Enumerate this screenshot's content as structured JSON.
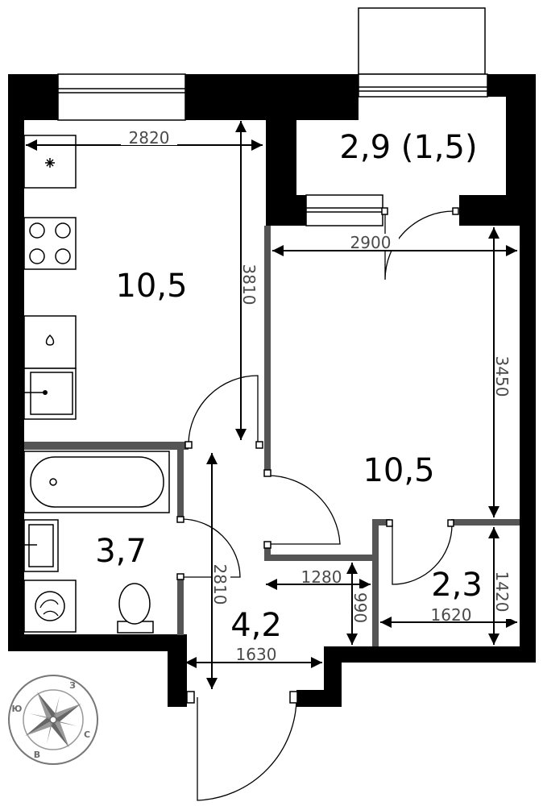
{
  "rooms": {
    "kitchen_area": "10,5",
    "balcony_area": "2,9 (1,5)",
    "living_area": "10,5",
    "bathroom_area": "3,7",
    "hall_area": "4,2",
    "storage_area": "2,3"
  },
  "dimensions": {
    "kitchen_width": "2820",
    "kitchen_length": "3810",
    "living_width": "2900",
    "living_length": "3450",
    "hall_length": "2810",
    "hall_width": "1630",
    "corridor_width": "1280",
    "corridor_depth": "990",
    "storage_width": "1620",
    "storage_length": "1420"
  },
  "compass": {
    "north": "З",
    "west": "Ю",
    "east": "С",
    "south": "В"
  }
}
